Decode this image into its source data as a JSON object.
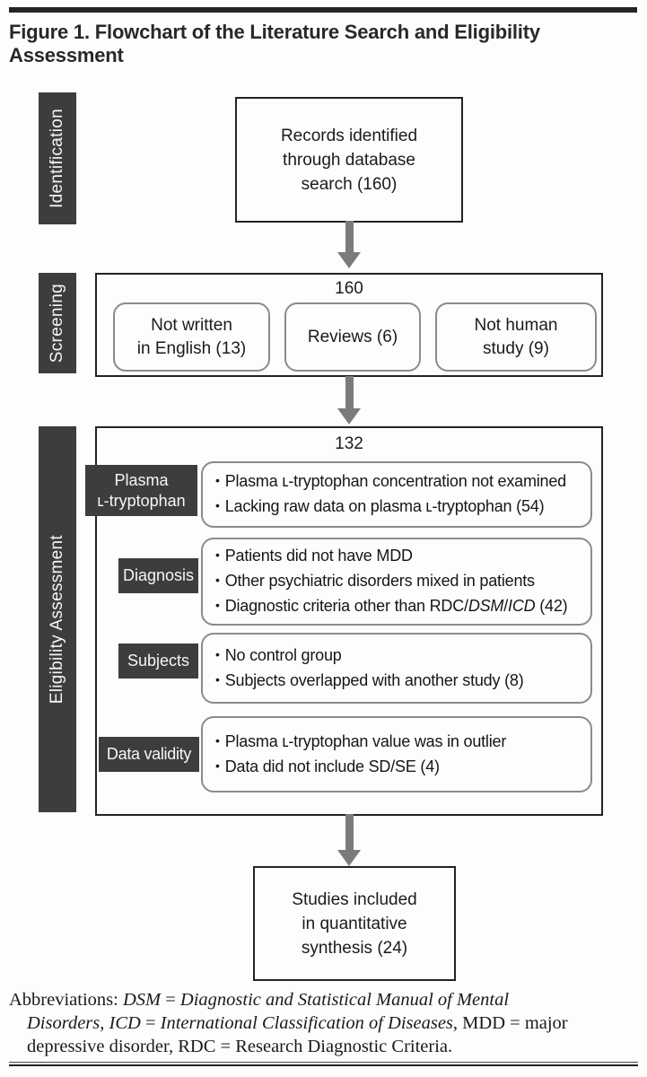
{
  "title": {
    "line1": "Figure 1. Flowchart of the Literature Search and Eligibility",
    "line2": "Assessment"
  },
  "colors": {
    "stage_label_bg": "#3d3d3d",
    "arrow_gray": "#7b7b7b",
    "box_border_dark": "#232323",
    "rounded_border_gray": "#8b8b8b"
  },
  "identification": {
    "stage_label": "Identification",
    "records_box_lines": [
      "Records identified",
      "through database",
      "search (160)"
    ]
  },
  "screening": {
    "stage_label": "Screening",
    "count": "160",
    "exclusion_boxes": [
      {
        "lines": [
          "Not written",
          "in English (13)"
        ]
      },
      {
        "lines": [
          "Reviews (6)"
        ]
      },
      {
        "lines": [
          "Not human",
          "study (9)"
        ]
      }
    ]
  },
  "eligibility": {
    "stage_label": "Eligibility Assessment",
    "count": "132",
    "rows": [
      {
        "label_lines": [
          "Plasma",
          "ʟ-tryptophan"
        ],
        "bullets": [
          [
            {
              "t": "Plasma ʟ-tryptophan concentration not examined"
            }
          ],
          [
            {
              "t": "Lacking raw data on plasma ʟ-tryptophan (54)"
            }
          ]
        ]
      },
      {
        "label_lines": [
          "Diagnosis"
        ],
        "bullets": [
          [
            {
              "t": "Patients did not have MDD"
            }
          ],
          [
            {
              "t": "Other psychiatric disorders mixed in patients"
            }
          ],
          [
            {
              "t": "Diagnostic criteria other than RDC/"
            },
            {
              "t": "DSM",
              "i": true
            },
            {
              "t": "/"
            },
            {
              "t": "ICD",
              "i": true
            },
            {
              "t": " (42)"
            }
          ]
        ]
      },
      {
        "label_lines": [
          "Subjects"
        ],
        "bullets": [
          [
            {
              "t": "No control group"
            }
          ],
          [
            {
              "t": "Subjects overlapped with another study (8)"
            }
          ]
        ]
      },
      {
        "label_lines": [
          "Data validity"
        ],
        "bullets": [
          [
            {
              "t": "Plasma ʟ-tryptophan value was in outlier"
            }
          ],
          [
            {
              "t": "Data did not include SD/SE (4)"
            }
          ]
        ]
      }
    ]
  },
  "included": {
    "box_lines": [
      "Studies included",
      "in quantitative",
      "synthesis (24)"
    ]
  },
  "footnote_lines": [
    [
      {
        "t": "Abbreviations: "
      },
      {
        "t": "DSM",
        "i": true
      },
      {
        "t": " = ",
        "i": false
      },
      {
        "t": "Diagnostic and Statistical Manual of Mental",
        "i": true
      }
    ],
    [
      {
        "t": "Disorders",
        "i": true
      },
      {
        "t": ", "
      },
      {
        "t": "ICD",
        "i": true
      },
      {
        "t": " = "
      },
      {
        "t": "International Classification of Diseases",
        "i": true
      },
      {
        "t": ", MDD = major"
      }
    ],
    [
      {
        "t": "depressive disorder, RDC = Research Diagnostic Criteria."
      }
    ]
  ]
}
